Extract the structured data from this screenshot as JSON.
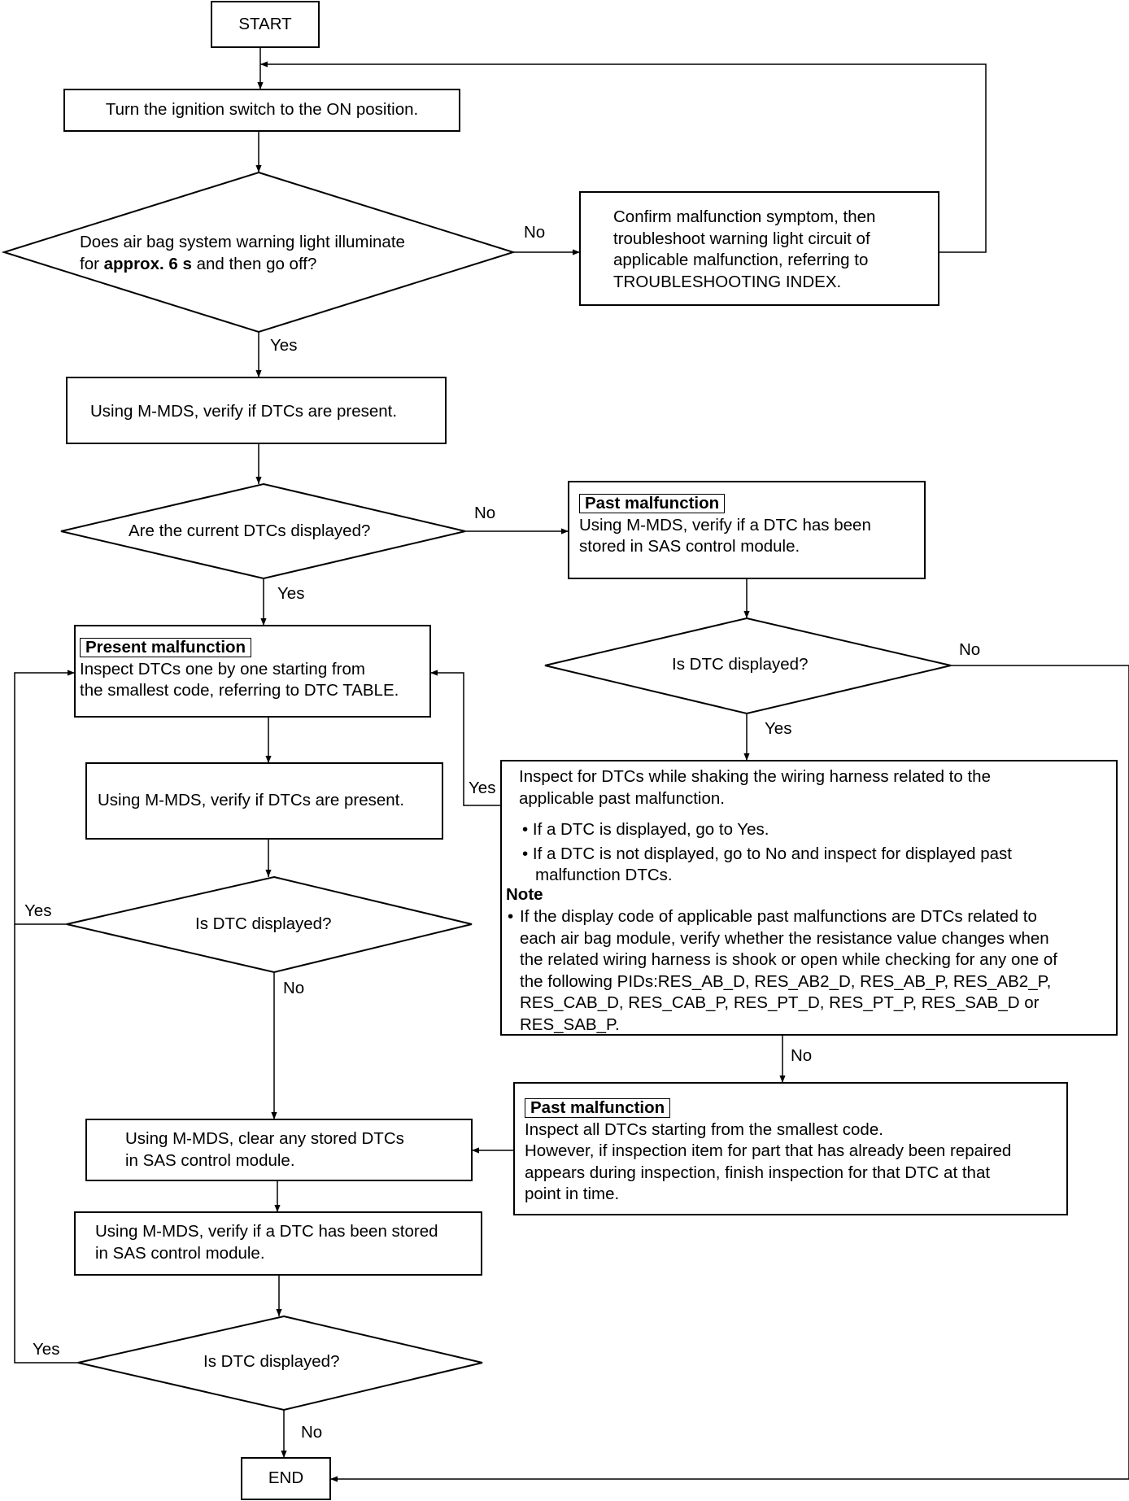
{
  "start": "START",
  "end": "END",
  "step_ignition": "Turn the ignition switch to the ON position.",
  "q_warning_light": {
    "line1": "Does air bag system warning light illuminate",
    "line2_pre": "for ",
    "line2_bold": "approx. 6 s",
    "line2_post": " and then go off?"
  },
  "confirm_symptom": [
    "Confirm malfunction symptom, then",
    "troubleshoot warning light circuit of",
    "applicable malfunction, referring to",
    "TROUBLESHOOTING INDEX."
  ],
  "verify_dtcs_present": "Using M-MDS, verify if DTCs are present.",
  "q_current_dtcs": "Are the current DTCs displayed?",
  "past_malfunction_verify": {
    "tag": "Past malfunction",
    "lines": [
      "Using M-MDS, verify if a DTC has been",
      "stored in SAS control module."
    ]
  },
  "present_malfunction": {
    "tag": "Present malfunction",
    "lines": [
      "Inspect DTCs one by one starting from",
      "the smallest code, referring to DTC TABLE."
    ]
  },
  "q_dtc_displayed": "Is DTC displayed?",
  "verify_dtcs_present_2": "Using M-MDS, verify if DTCs are present.",
  "shake_inspect": {
    "lines": [
      "Inspect for DTCs while shaking the wiring harness related to the",
      "applicable past malfunction."
    ],
    "bullets": [
      [
        "If a DTC is displayed, go to Yes."
      ],
      [
        "If a DTC is not displayed, go to No and inspect for displayed past",
        "malfunction DTCs."
      ]
    ],
    "note_title": "Note",
    "note_lines": [
      "If the display code of applicable past malfunctions are DTCs related to",
      "each air bag module, verify whether the resistance value changes when",
      "the related wiring harness is shook or open while checking for any one of",
      "the following PIDs:RES_AB_D, RES_AB2_D, RES_AB_P, RES_AB2_P,",
      "RES_CAB_D, RES_CAB_P, RES_PT_D, RES_PT_P, RES_SAB_D or",
      "RES_SAB_P."
    ]
  },
  "past_malfunction_inspect": {
    "tag": "Past malfunction",
    "lines": [
      "Inspect all DTCs starting from the smallest code.",
      "However, if inspection item for part that has already been repaired",
      "appears during inspection, finish inspection for that DTC at that",
      "point in time."
    ]
  },
  "clear_dtcs": [
    "Using M-MDS, clear any stored DTCs",
    "in SAS control module."
  ],
  "verify_stored": [
    "Using M-MDS, verify if a DTC has been stored",
    "in SAS control module."
  ],
  "labels": {
    "yes": "Yes",
    "no": "No"
  }
}
